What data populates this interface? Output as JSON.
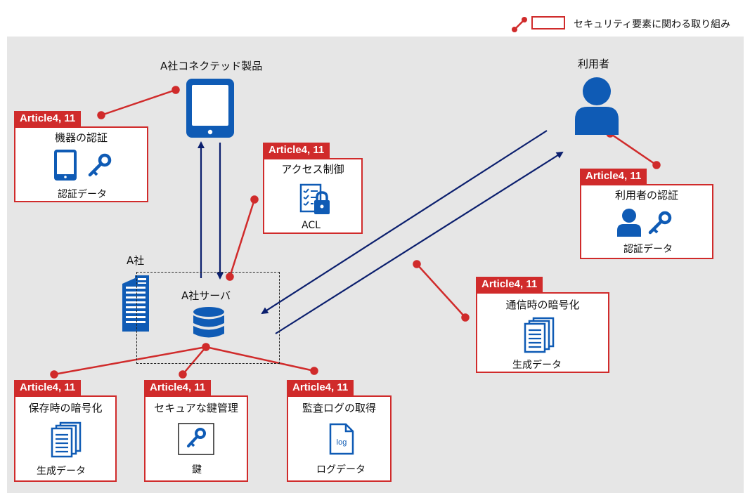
{
  "legend": {
    "text": "セキュリティ要素に関わる取り組み"
  },
  "nodes": {
    "product": "A社コネクテッド製品",
    "user": "利用者",
    "company": "A社",
    "server": "A社サーバ"
  },
  "cards": {
    "device_auth": {
      "tag": "Article4, 11",
      "title": "機器の認証",
      "sub": "認証データ"
    },
    "access_control": {
      "tag": "Article4, 11",
      "title": "アクセス制御",
      "sub": "ACL"
    },
    "user_auth": {
      "tag": "Article4, 11",
      "title": "利用者の認証",
      "sub": "認証データ"
    },
    "comm_encrypt": {
      "tag": "Article4, 11",
      "title": "通信時の暗号化",
      "sub": "生成データ"
    },
    "storage_encrypt": {
      "tag": "Article4, 11",
      "title": "保存時の暗号化",
      "sub": "生成データ"
    },
    "key_mgmt": {
      "tag": "Article4, 11",
      "title": "セキュアな鍵管理",
      "sub": "鍵"
    },
    "audit_log": {
      "tag": "Article4, 11",
      "title": "監査ログの取得",
      "sub": "ログデータ",
      "icon_label": "log"
    }
  },
  "colors": {
    "accent_red": "#d02b2b",
    "brand_blue": "#0f5bb5",
    "arrow_navy": "#0b1f6e",
    "panel_gray": "#e6e6e6"
  }
}
